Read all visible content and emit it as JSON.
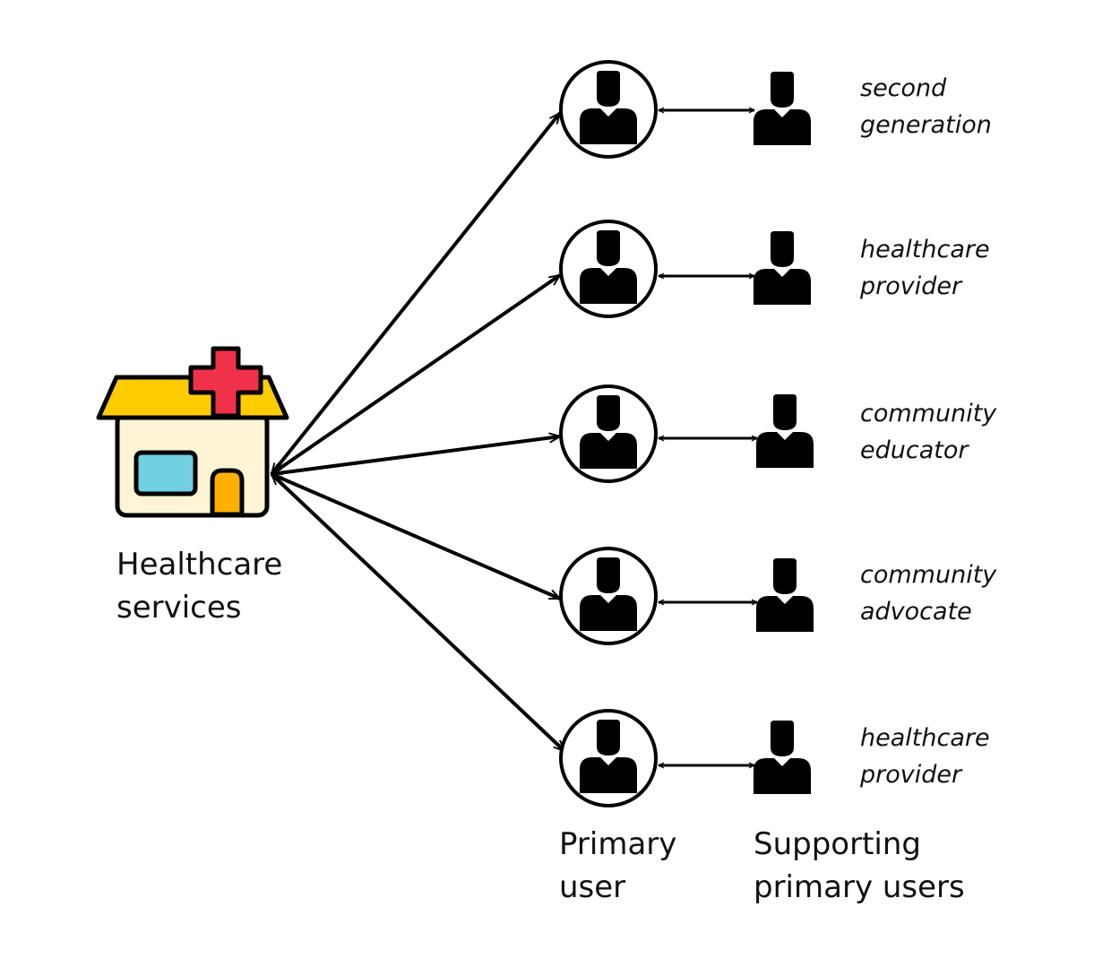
{
  "hub": {
    "label_line1": "Healthcare",
    "label_line2": "services"
  },
  "columns": {
    "primary_line1": "Primary",
    "primary_line2": "user",
    "supporting_line1": "Supporting",
    "supporting_line2": "primary users"
  },
  "rows": [
    {
      "role_line1": "second",
      "role_line2": "generation"
    },
    {
      "role_line1": "healthcare",
      "role_line2": "provider"
    },
    {
      "role_line1": "community",
      "role_line2": "educator"
    },
    {
      "role_line1": "community",
      "role_line2": "advocate"
    },
    {
      "role_line1": "healthcare",
      "role_line2": "provider"
    }
  ],
  "colors": {
    "roof": "#FFCC00",
    "wall": "#FFF5D6",
    "cross": "#F0314A",
    "window": "#6FD0E0",
    "door": "#FFB000",
    "ink": "#000000"
  },
  "icons": {
    "hub": "hospital-building-icon",
    "person": "person-icon"
  }
}
